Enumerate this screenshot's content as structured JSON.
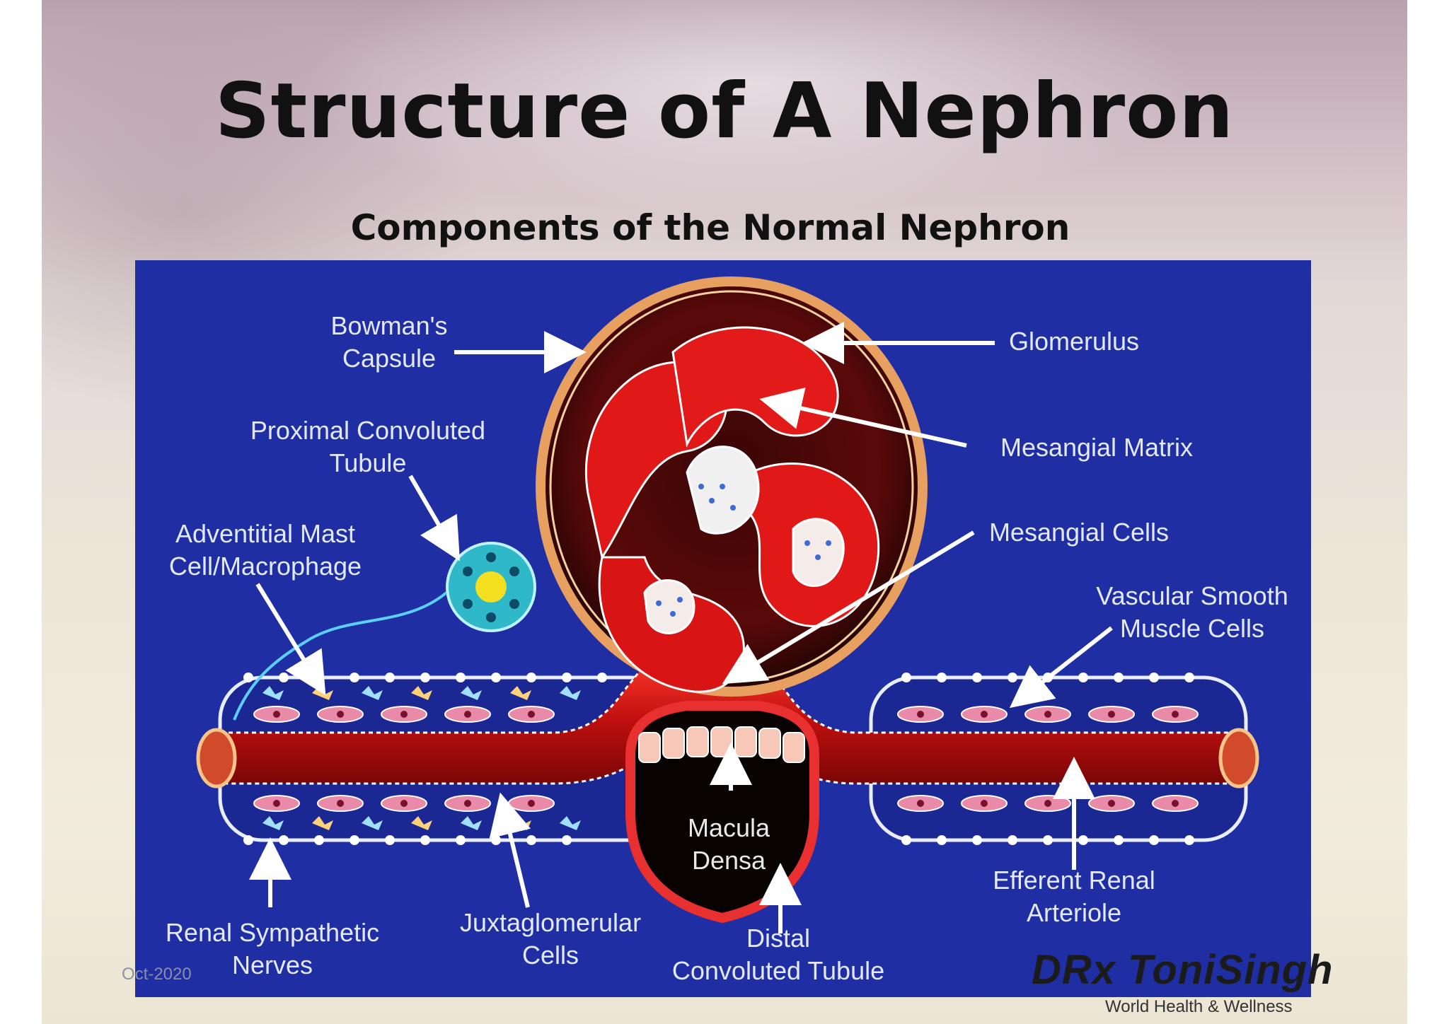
{
  "title": "Structure of A Nephron",
  "subtitle": "Components of the Normal Nephron",
  "labels": {
    "bowmans_capsule": "Bowman's\nCapsule",
    "glomerulus": "Glomerulus",
    "proximal_tubule": "Proximal Convoluted\nTubule",
    "mesangial_matrix": "Mesangial Matrix",
    "adventitial_mast": "Adventitial Mast\nCell/Macrophage",
    "mesangial_cells": "Mesangial Cells",
    "vascular_smooth": "Vascular Smooth\nMuscle Cells",
    "macula_densa": "Macula\nDensa",
    "efferent_arteriole": "Efferent Renal\nArteriole",
    "renal_sympathetic": "Renal Sympathetic\nNerves",
    "juxtaglomerular": "Juxtaglomerular\nCells",
    "distal_tubule": "Distal\nConvoluted Tubule"
  },
  "footer": {
    "date": "Oct-2020",
    "brand": "DRx ToniSingh",
    "brand_tagline": "World Health & Wellness"
  },
  "colors": {
    "panel": "#1f2fa3",
    "vessel": "#e01818",
    "capsule": "#e8a060"
  }
}
